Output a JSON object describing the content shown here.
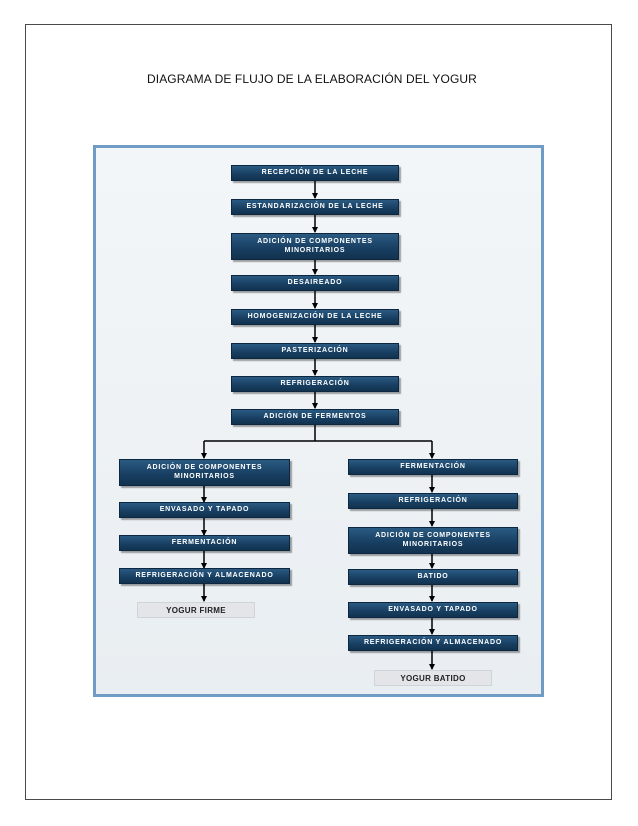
{
  "document": {
    "title": "DIAGRAMA DE FLUJO DE LA ELABORACIÓN DEL YOGUR"
  },
  "flowchart": {
    "main_steps": [
      "RECEPCIÓN DE LA LECHE",
      "ESTANDARIZACIÓN DE LA LECHE",
      "ADICIÓN DE COMPONENTES\nMINORITARIOS",
      "DESAIREADO",
      "HOMOGENIZACIÓN DE LA LECHE",
      "PASTERIZACIÓN",
      "REFRIGERACIÓN",
      "ADICIÓN DE FERMENTOS"
    ],
    "left_branch": {
      "steps": [
        "ADICIÓN DE COMPONENTES\nMINORITARIOS",
        "ENVASADO Y TAPADO",
        "FERMENTACIÓN",
        "REFRIGERACIÓN Y ALMACENADO"
      ],
      "result": "YOGUR FIRME"
    },
    "right_branch": {
      "steps": [
        "FERMENTACIÓN",
        "REFRIGERACIÓN",
        "ADICIÓN DE COMPONENTES\nMINORITARIOS",
        "BATIDO",
        "ENVASADO Y TAPADO",
        "REFRIGERACIÓN Y ALMACENADO"
      ],
      "result": "YOGUR BATIDO"
    },
    "colors": {
      "box_fill": "#1c466b",
      "panel_border": "#6f9bc4",
      "result_fill": "#e3e5e8",
      "connector": "#000000"
    }
  }
}
